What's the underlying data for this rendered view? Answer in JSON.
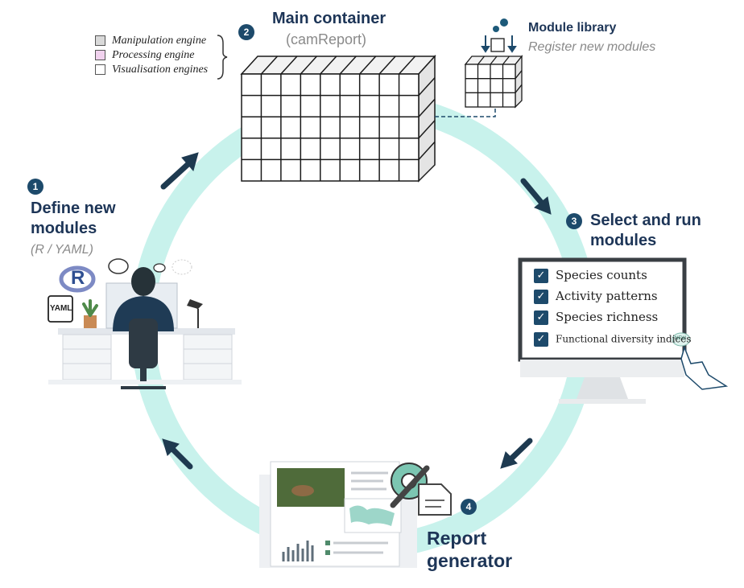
{
  "steps": {
    "step1": {
      "badge": "1",
      "title_line1": "Define new",
      "title_line2": "modules",
      "subtitle": "(R / YAML)"
    },
    "step2": {
      "badge": "2",
      "title": "Main container",
      "subtitle": "(camReport)"
    },
    "step3": {
      "badge": "3",
      "title_line1": "Select and run",
      "title_line2": "modules"
    },
    "step4": {
      "badge": "4",
      "title_line1": "Report",
      "title_line2": "generator"
    }
  },
  "module_library": {
    "title": "Module library",
    "subtitle": "Register new modules"
  },
  "engines": [
    {
      "label": "Manipulation engine",
      "color": "#d9d9d9"
    },
    {
      "label": "Processing engine",
      "color": "#f1d2ee"
    },
    {
      "label": "Visualisation engines",
      "color": "#ffffff"
    }
  ],
  "module_selection": {
    "items": [
      {
        "label": "Species counts",
        "check": "✓"
      },
      {
        "label": "Activity patterns",
        "check": "✓"
      },
      {
        "label": "Species richness",
        "check": "✓"
      },
      {
        "label": "Functional diversity indices",
        "check": "✓"
      }
    ],
    "new_badge": "NEW"
  },
  "desk_icons": {
    "yaml_label": "YAML",
    "r_label": "R"
  },
  "colors": {
    "cycle": "#c8f2ec",
    "title": "#1d3557",
    "badge": "#1d4a6b",
    "arrow": "#1e3a50"
  }
}
